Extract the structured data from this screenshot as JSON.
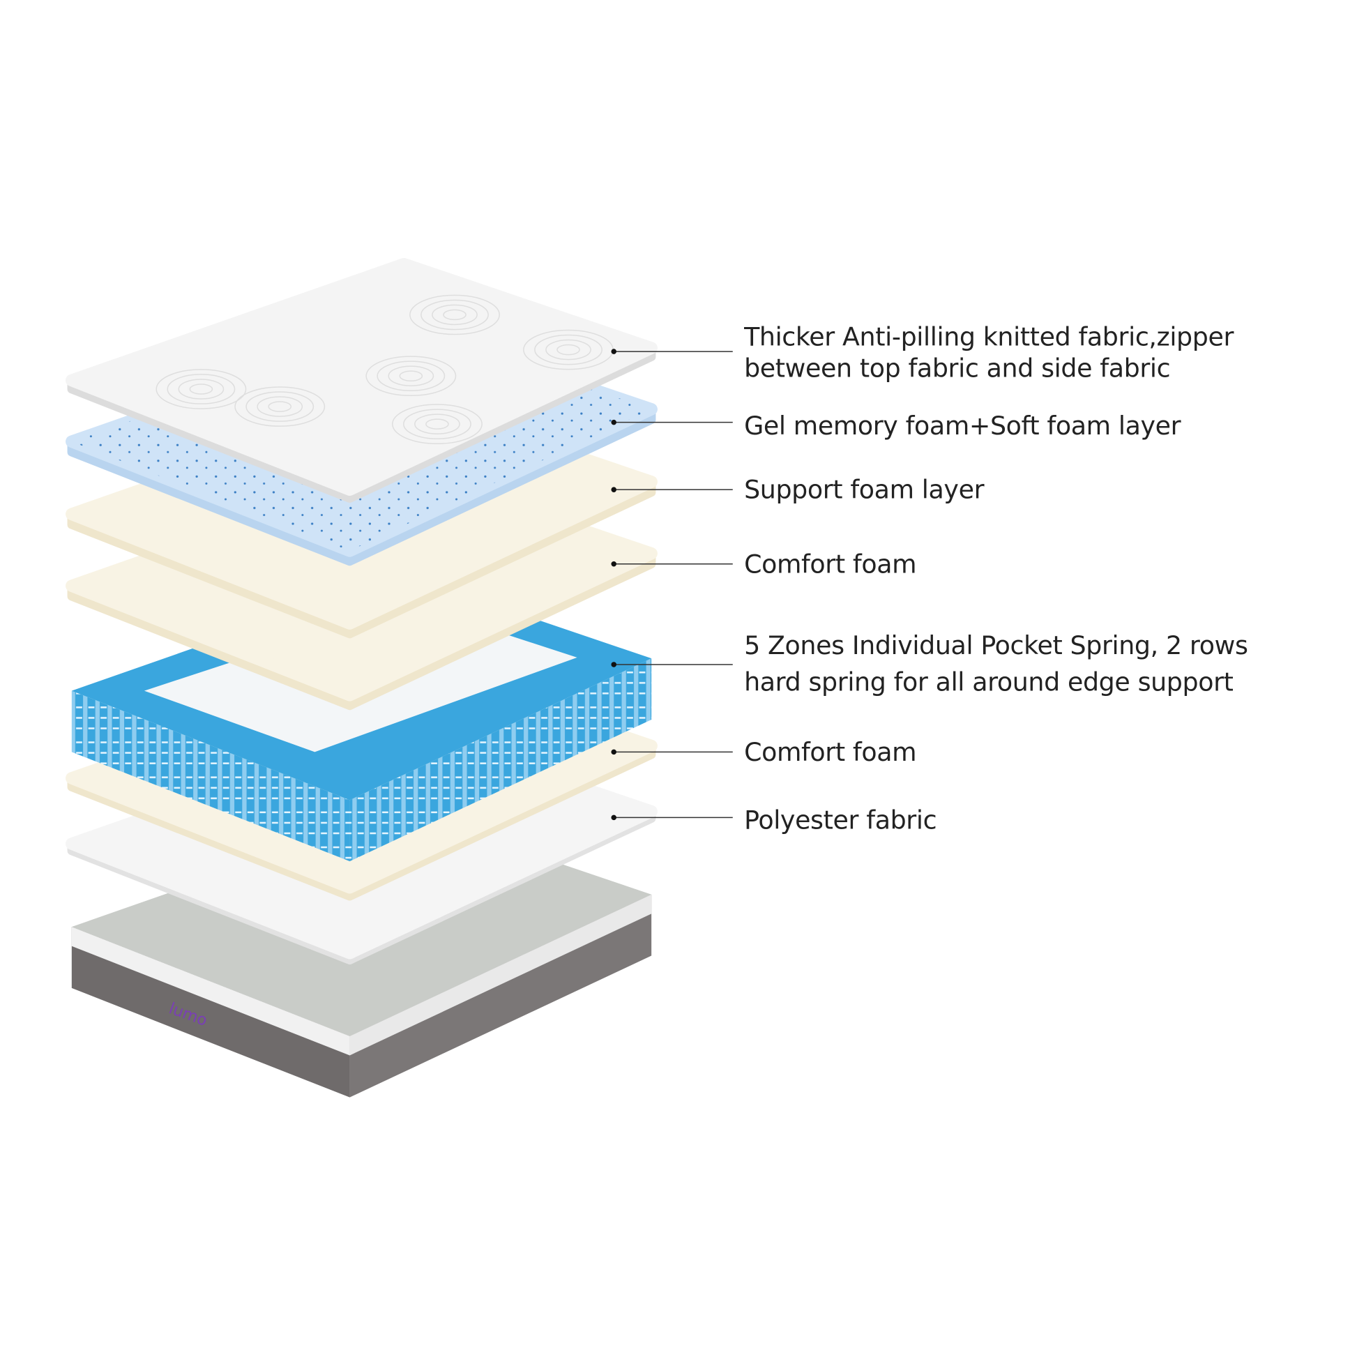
{
  "brand_logo": "lumo",
  "colors": {
    "top_fabric": "#f4f4f4",
    "gel_foam": "#cfe3f7",
    "foam": "#f8f3e4",
    "spring": "#3aa6de",
    "base_side": "#6f6b6b",
    "logo": "#7a3fb5"
  },
  "layers": [
    {
      "lines": [
        "Thicker Anti-pilling knitted fabric,zipper",
        "between top fabric and side fabric"
      ]
    },
    {
      "lines": [
        "Gel memory foam+Soft foam layer"
      ]
    },
    {
      "lines": [
        "Support foam layer"
      ]
    },
    {
      "lines": [
        "Comfort foam"
      ]
    },
    {
      "lines": [
        "5 Zones Individual Pocket Spring, 2 rows",
        "hard spring for all around edge support"
      ]
    },
    {
      "lines": [
        "Comfort foam"
      ]
    },
    {
      "lines": [
        "Polyester fabric"
      ]
    }
  ]
}
